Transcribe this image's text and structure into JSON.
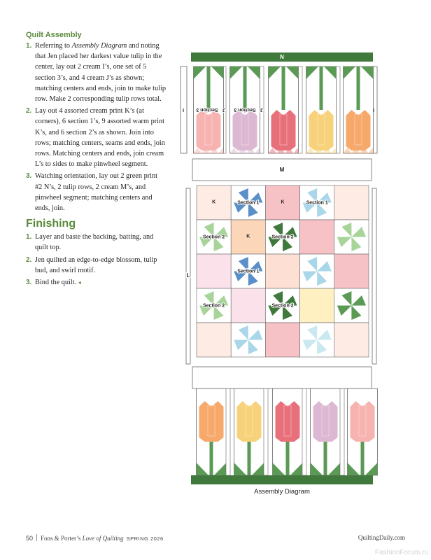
{
  "instructions": {
    "assembly_heading": "Quilt Assembly",
    "assembly_steps": [
      {
        "num": "1.",
        "pre": "Referring to ",
        "em": "Assembly Diagram",
        "post": " and noting that Jen placed her darkest value tulip in the center, lay out 2 cream I’s, one set of 5 section 3’s, and 4 cream J’s as shown; matching centers and ends, join to make tulip row. Make 2 corresponding tulip rows total."
      },
      {
        "num": "2.",
        "text": "Lay out 4 assorted cream print K’s (at corners), 6 section 1’s, 9 assorted warm print K’s, and 6 section 2’s as shown. Join into rows; matching centers, seams and ends, join rows. Matching centers and ends, join cream L’s to sides to make pinwheel segment."
      },
      {
        "num": "3.",
        "text": "Watching orientation, lay out 2 green print #2 N’s, 2 tulip rows, 2 cream M’s, and pinwheel segment; matching centers and ends, join."
      }
    ],
    "finishing_heading": "Finishing",
    "finishing_steps": [
      {
        "num": "1.",
        "text": "Layer and baste the backing, batting, and quilt top."
      },
      {
        "num": "2.",
        "text": "Jen quilted an edge-to-edge blossom, tulip bud, and swirl motif."
      },
      {
        "num": "3.",
        "text": "Bind the quilt."
      }
    ],
    "end_mark": "◂"
  },
  "diagram": {
    "caption": "Assembly Diagram",
    "labels": {
      "N": "N",
      "M": "M",
      "L": "L",
      "I": "I",
      "J": "J",
      "K": "K",
      "section1": "Section 1",
      "section2": "Section 2",
      "section3": "Section 3"
    },
    "colors": {
      "green_dark": "#3f7a3c",
      "green": "#5a9a55",
      "green_light": "#a8d49a",
      "green_pale": "#d6ecc9",
      "blue": "#5a8fc9",
      "blue_light": "#a9d6e8",
      "blue_pale": "#c9e8f0",
      "cream": "#ffffff",
      "outline": "#666666",
      "tulip_orange": "#f6a96b",
      "tulip_yellow": "#f7d27a",
      "tulip_red": "#e8707a",
      "tulip_lilac": "#ddb8d2",
      "tulip_pink": "#f6b3b0",
      "k_peach": "#fde0d3",
      "k_pink": "#f7c2c6",
      "k_cream": "#fdebe4",
      "k_pinkpale": "#fbe2ea",
      "k_yellow": "#fff0c2",
      "k_orange": "#fcd6b8"
    },
    "top_tulips": [
      "tulip_pink",
      "tulip_lilac",
      "tulip_red",
      "tulip_yellow",
      "tulip_orange"
    ],
    "bottom_tulips": [
      "tulip_orange",
      "tulip_yellow",
      "tulip_red",
      "tulip_lilac",
      "tulip_pink"
    ],
    "pinwheel_grid": [
      [
        {
          "fill": "k_cream",
          "label": "K"
        },
        {
          "pin": "blue",
          "label": "section1"
        },
        {
          "fill": "k_pink",
          "label": "K"
        },
        {
          "pin": "blue_light",
          "label": "section1"
        },
        {
          "fill": "k_cream"
        }
      ],
      [
        {
          "pin": "green_light",
          "label": "section2"
        },
        {
          "fill": "k_orange",
          "label": "K"
        },
        {
          "pin": "green_dark",
          "label": "section2"
        },
        {
          "fill": "k_pink"
        },
        {
          "pin": "green_light"
        }
      ],
      [
        {
          "fill": "k_pinkpale"
        },
        {
          "pin": "blue",
          "label": "section1"
        },
        {
          "fill": "k_peach"
        },
        {
          "pin": "blue_light"
        },
        {
          "fill": "k_pink"
        }
      ],
      [
        {
          "pin": "green_light",
          "label": "section2"
        },
        {
          "fill": "k_pinkpale"
        },
        {
          "pin": "green_dark",
          "label": "section2"
        },
        {
          "fill": "k_yellow"
        },
        {
          "pin": "green"
        }
      ],
      [
        {
          "fill": "k_cream"
        },
        {
          "pin": "blue_light"
        },
        {
          "fill": "k_pink"
        },
        {
          "pin": "blue_pale"
        },
        {
          "fill": "k_cream"
        }
      ]
    ]
  },
  "footer": {
    "page_number": "50",
    "publication_prefix": "Fons & Porter’s ",
    "publication_italic": "Love of Quilting",
    "season": "SPRING 2026",
    "site": "QuiltingDaily.com"
  },
  "watermark": "FashionForum.ru"
}
